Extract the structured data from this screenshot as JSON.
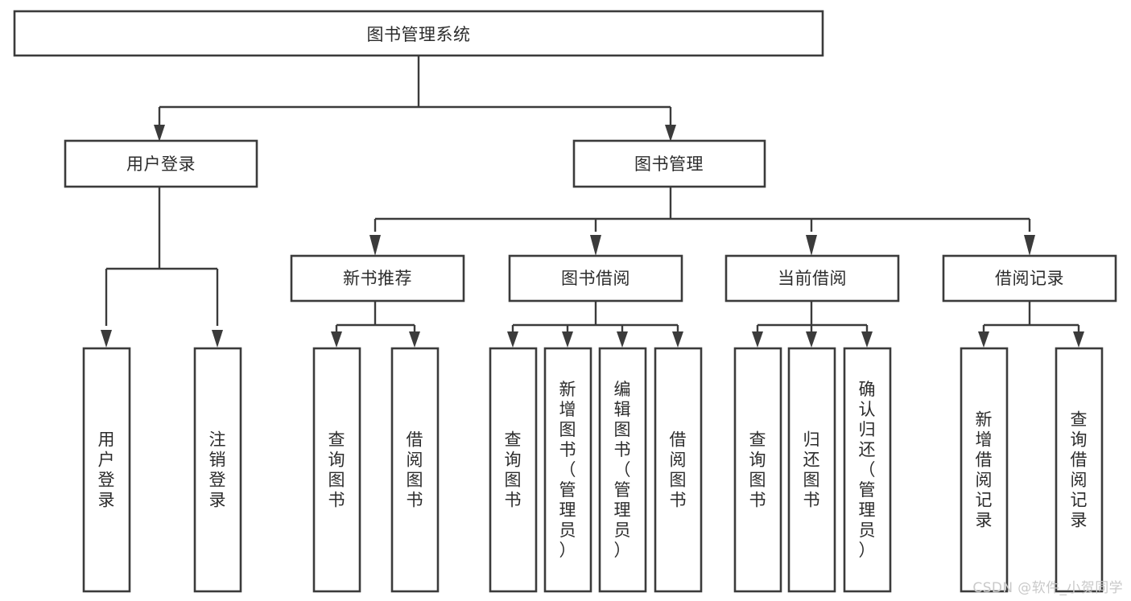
{
  "diagram": {
    "title": "图书管理系统",
    "type": "function-structure-tree",
    "background_color": "#ffffff",
    "line_color": "#3b3b3b",
    "text_color": "#2c2c2c",
    "box_fill": "#ffffff"
  },
  "nodes": {
    "root": {
      "label": "图书管理系统"
    },
    "level1": [
      {
        "id": "user-login",
        "label": "用户登录"
      },
      {
        "id": "book-manage",
        "label": "图书管理"
      }
    ],
    "level2": [
      {
        "id": "new-book-recommend",
        "label": "新书推荐"
      },
      {
        "id": "book-borrow",
        "label": "图书借阅"
      },
      {
        "id": "current-borrow",
        "label": "当前借阅"
      },
      {
        "id": "borrow-record",
        "label": "借阅记录"
      }
    ],
    "leaves": [
      {
        "id": "leaf-user-login",
        "label": "用户登录",
        "parent": "user-login"
      },
      {
        "id": "leaf-logout",
        "label": "注销登录",
        "parent": "user-login"
      },
      {
        "id": "leaf-query-book-1",
        "label": "查询图书",
        "parent": "new-book-recommend"
      },
      {
        "id": "leaf-borrow-book-1",
        "label": "借阅图书",
        "parent": "new-book-recommend"
      },
      {
        "id": "leaf-query-book-2",
        "label": "查询图书",
        "parent": "book-borrow"
      },
      {
        "id": "leaf-add-book",
        "label": "新增图书（管理员）",
        "parent": "book-borrow"
      },
      {
        "id": "leaf-edit-book",
        "label": "编辑图书（管理员）",
        "parent": "book-borrow"
      },
      {
        "id": "leaf-borrow-book-2",
        "label": "借阅图书",
        "parent": "book-borrow"
      },
      {
        "id": "leaf-query-book-3",
        "label": "查询图书",
        "parent": "current-borrow"
      },
      {
        "id": "leaf-return-book",
        "label": "归还图书",
        "parent": "current-borrow"
      },
      {
        "id": "leaf-confirm-return",
        "label": "确认归还（管理员）",
        "parent": "current-borrow"
      },
      {
        "id": "leaf-add-record",
        "label": "新增借阅记录",
        "parent": "borrow-record"
      },
      {
        "id": "leaf-query-record",
        "label": "查询借阅记录",
        "parent": "borrow-record"
      }
    ]
  },
  "watermark": {
    "text": "CSDN @软件_小贺同学"
  }
}
